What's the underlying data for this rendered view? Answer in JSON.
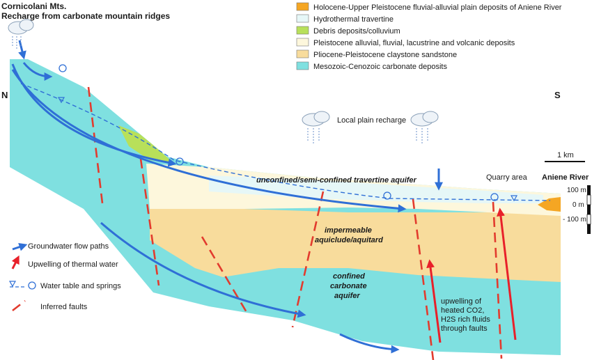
{
  "title": {
    "line1": "Cornicolani Mts.",
    "line2": "Recharge from carbonate mountain ridges"
  },
  "compass": {
    "north": "N",
    "south": "S"
  },
  "legend": [
    {
      "label": "Holocene-Upper Pleistocene fluvial-alluvial plain deposits of Aniene River",
      "color": "#f5a623"
    },
    {
      "label": "Hydrothermal travertine",
      "color": "#e6f7f7"
    },
    {
      "label": "Debris deposits/colluvium",
      "color": "#b8e05a"
    },
    {
      "label": "Pleistocene alluvial, fluvial, lacustrine and volcanic deposits",
      "color": "#fdf7dc"
    },
    {
      "label": "Pliocene-Pleistocene claystone sandstone",
      "color": "#f8dc9c"
    },
    {
      "label": "Mesozoic-Cenozoic carbonate deposits",
      "color": "#7fe0e0"
    }
  ],
  "symbols": {
    "flow": "Groundwater flow paths",
    "upwelling": "Upwelling of thermal water",
    "water_table": "Water table and springs",
    "faults": "Inferred faults"
  },
  "labels": {
    "local_recharge": "Local plain recharge",
    "travertine_aquifer": "unconfined/semi-confined travertine aquifer",
    "aquiclude_1": "impermeable",
    "aquiclude_2": "aquiclude/aquitard",
    "confined_1": "confined",
    "confined_2": "carbonate",
    "confined_3": "aquifer",
    "upwell_1": "upwelling of",
    "upwell_2": "heated CO2,",
    "upwell_3": "H2S rich fluids",
    "upwell_4": "through faults",
    "quarry": "Quarry area",
    "river": "Aniene River"
  },
  "scale": {
    "bar": "1 km",
    "plus100": "100 m",
    "zero": "0 m",
    "minus100": "- 100 m"
  },
  "colors": {
    "flow": "#2f6fd6",
    "fault": "#e23b2e",
    "upwelling": "#e8202a",
    "carbonate": "#7fe0e0",
    "claystone": "#f8dc9c",
    "pleistocene": "#fdf7dc",
    "travertine": "#e6f7f7",
    "debris": "#b8e05a",
    "river": "#f5a623"
  }
}
